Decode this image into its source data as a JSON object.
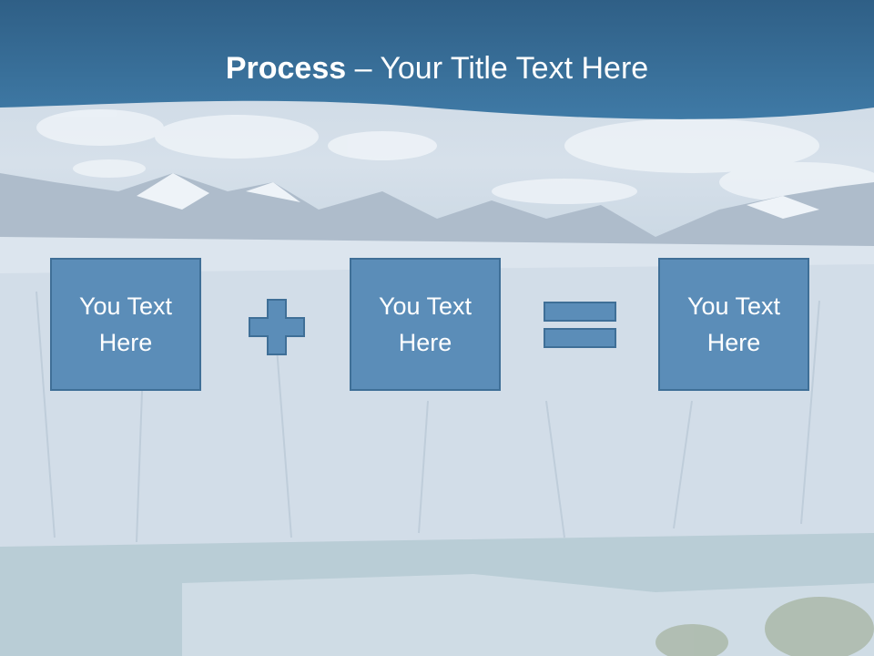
{
  "slide": {
    "title_bold": "Process",
    "title_rest": " – Your Title Text Here",
    "boxes": [
      {
        "label": "You Text Here"
      },
      {
        "label": "You Text Here"
      },
      {
        "label": "You Text Here"
      }
    ],
    "operators": [
      "plus-icon",
      "equals-icon"
    ]
  },
  "colors": {
    "header": "#3f76a0",
    "box_fill": "#5b8db8",
    "box_border": "#3f6f97",
    "text": "#ffffff"
  }
}
